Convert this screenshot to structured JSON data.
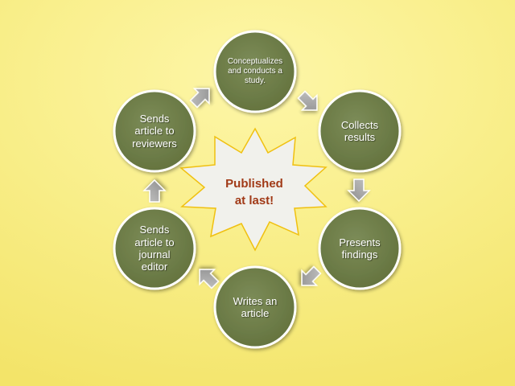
{
  "center": {
    "line1": "Published",
    "line2": "at last!"
  },
  "nodes": [
    {
      "lines": [
        "Conceptualizes",
        "and conducts a",
        "study."
      ]
    },
    {
      "lines": [
        "Collects",
        "results"
      ]
    },
    {
      "lines": [
        "Presents",
        "findings"
      ]
    },
    {
      "lines": [
        "Writes an",
        "article"
      ]
    },
    {
      "lines": [
        "Sends",
        "article to",
        "journal",
        "editor"
      ]
    },
    {
      "lines": [
        "Sends",
        "article to",
        "reviewers"
      ]
    }
  ],
  "colors": {
    "node_fill": "#6f7f4d",
    "node_stroke": "#ffffff",
    "arrow_fill": "#a3a3a3",
    "star_fill": "#f1f1ec",
    "star_stroke": "#f0c010",
    "center_text": "#a13a17"
  }
}
